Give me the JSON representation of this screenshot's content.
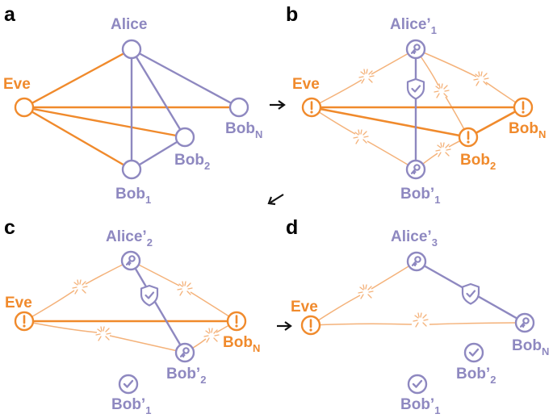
{
  "colors": {
    "orange": "#F08A2C",
    "orange_light": "#F4B27A",
    "purple": "#8E88C0",
    "background": "#FFFFFF",
    "arrow": "#111111"
  },
  "icons": {
    "key": "key-icon",
    "shield": "shield-check-icon",
    "alert": "exclamation-icon",
    "check": "check-badge-icon",
    "break": "broken-link-burst"
  },
  "panels": {
    "a": {
      "label": "a",
      "nodes": {
        "alice": {
          "name": "Alice",
          "sub": ""
        },
        "eve": {
          "name": "Eve",
          "sub": ""
        },
        "bob1": {
          "name": "Bob",
          "sub": "1"
        },
        "bob2": {
          "name": "Bob",
          "sub": "2"
        },
        "bobN": {
          "name": "Bob",
          "sub": "N"
        }
      }
    },
    "b": {
      "label": "b",
      "nodes": {
        "alice": {
          "name": "Alice’",
          "sub": "1"
        },
        "eve": {
          "name": "Eve",
          "sub": ""
        },
        "bob1": {
          "name": "Bob’",
          "sub": "1"
        },
        "bob2": {
          "name": "Bob",
          "sub": "2"
        },
        "bobN": {
          "name": "Bob",
          "sub": "N"
        }
      }
    },
    "c": {
      "label": "c",
      "nodes": {
        "alice": {
          "name": "Alice’",
          "sub": "2"
        },
        "eve": {
          "name": "Eve",
          "sub": ""
        },
        "bob1": {
          "name": "Bob’",
          "sub": "1"
        },
        "bob2": {
          "name": "Bob’",
          "sub": "2"
        },
        "bobN": {
          "name": "Bob",
          "sub": "N"
        }
      }
    },
    "d": {
      "label": "d",
      "nodes": {
        "alice": {
          "name": "Alice’",
          "sub": "3"
        },
        "eve": {
          "name": "Eve",
          "sub": ""
        },
        "bob1": {
          "name": "Bob’",
          "sub": "1"
        },
        "bob2": {
          "name": "Bob’",
          "sub": "2"
        },
        "bobN": {
          "name": "Bob",
          "sub": "N"
        }
      }
    }
  }
}
